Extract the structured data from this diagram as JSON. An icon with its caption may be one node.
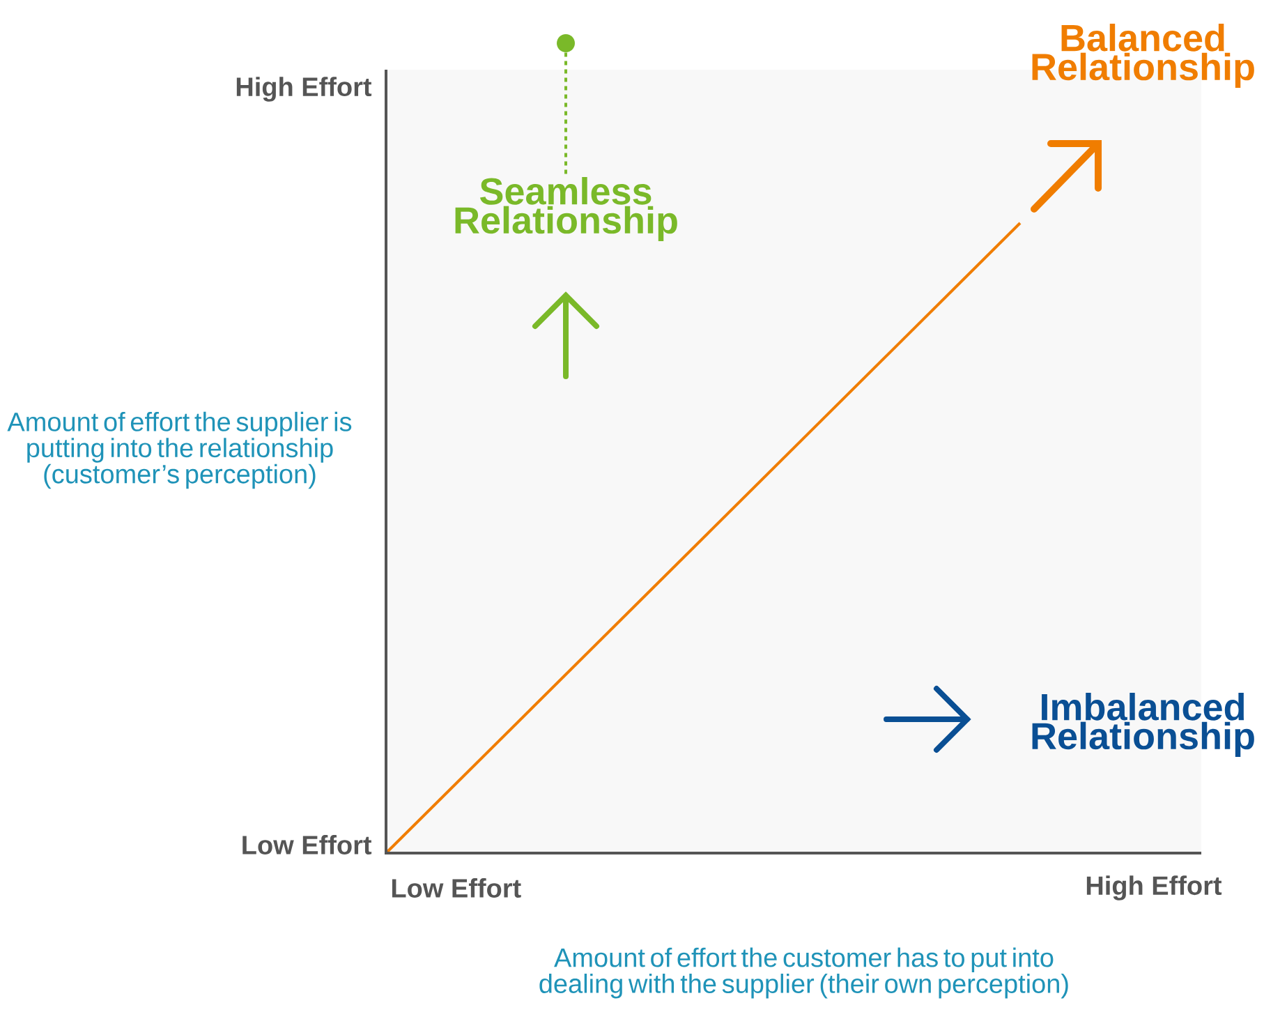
{
  "diagram": {
    "nodes": [
      {
        "text": [],
        "shape": "circle"
      },
      {
        "text": [
          "Seamless Relationship"
        ]
      },
      {
        "text": [
          "Balanced Relationship"
        ]
      },
      {
        "text": [
          "Imbalanced Relationship"
        ]
      }
    ],
    "edges": [
      {
        "from": 0,
        "to": 1,
        "arrow": "none",
        "style": "dashed"
      }
    ],
    "labels": [
      "High Effort",
      "Low Effort",
      "Amount of effort the supplier is putting into the relationship (customer’s perception)",
      "Low Effort",
      "High Effort",
      "Amount of effort the customer has to put into dealing with the supplier (their own perception)"
    ]
  }
}
